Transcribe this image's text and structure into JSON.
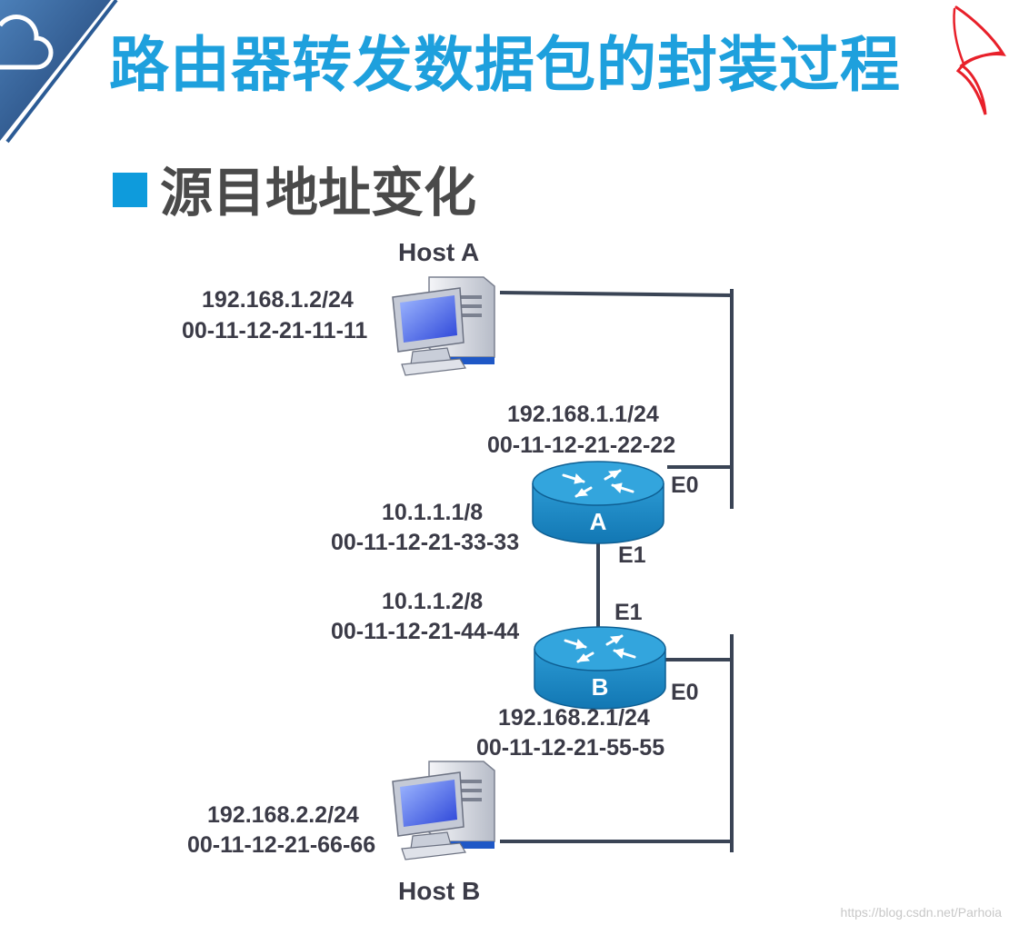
{
  "slide": {
    "title": "路由器转发数据包的封装过程",
    "subtitle": "源目地址变化",
    "watermark": "https://blog.csdn.net/Parhoia"
  },
  "diagram": {
    "host_a": {
      "name": "Host A",
      "ip": "192.168.1.2/24",
      "mac": "00-11-12-21-11-11"
    },
    "router_a": {
      "letter": "A",
      "e0": {
        "label": "E0",
        "ip": "192.168.1.1/24",
        "mac": "00-11-12-21-22-22"
      },
      "e1": {
        "label": "E1",
        "ip": "10.1.1.1/8",
        "mac": "00-11-12-21-33-33"
      }
    },
    "router_b": {
      "letter": "B",
      "e1": {
        "label": "E1",
        "ip": "10.1.1.2/8",
        "mac": "00-11-12-21-44-44"
      },
      "e0": {
        "label": "E0",
        "ip": "192.168.2.1/24",
        "mac": "00-11-12-21-55-55"
      }
    },
    "host_b": {
      "name": "Host B",
      "ip": "192.168.2.2/24",
      "mac": "00-11-12-21-66-66"
    }
  },
  "colors": {
    "title": "#1ea0dd",
    "bullet": "#0e9bdc",
    "subtitle": "#4a4a4a",
    "link": "#3a4455",
    "router": "#1c8fc9",
    "label": "#3b3b47"
  },
  "icons": [
    "cloud-logo-icon",
    "computer-icon",
    "router-icon",
    "red-pen-mark-icon"
  ]
}
